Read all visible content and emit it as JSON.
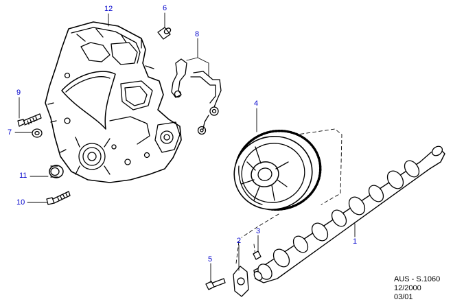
{
  "callouts": {
    "c1": "1",
    "c2": "2",
    "c3": "3",
    "c4": "4",
    "c5": "5",
    "c6": "6",
    "c7": "7",
    "c8": "8",
    "c9": "9",
    "c10": "10",
    "c11": "11",
    "c12": "12"
  },
  "reference": {
    "code": "AUS - S.1060",
    "date": "12/2000",
    "revision": "03/01"
  },
  "colors": {
    "line": "#000000",
    "callout": "#0000cc",
    "background": "#ffffff"
  }
}
